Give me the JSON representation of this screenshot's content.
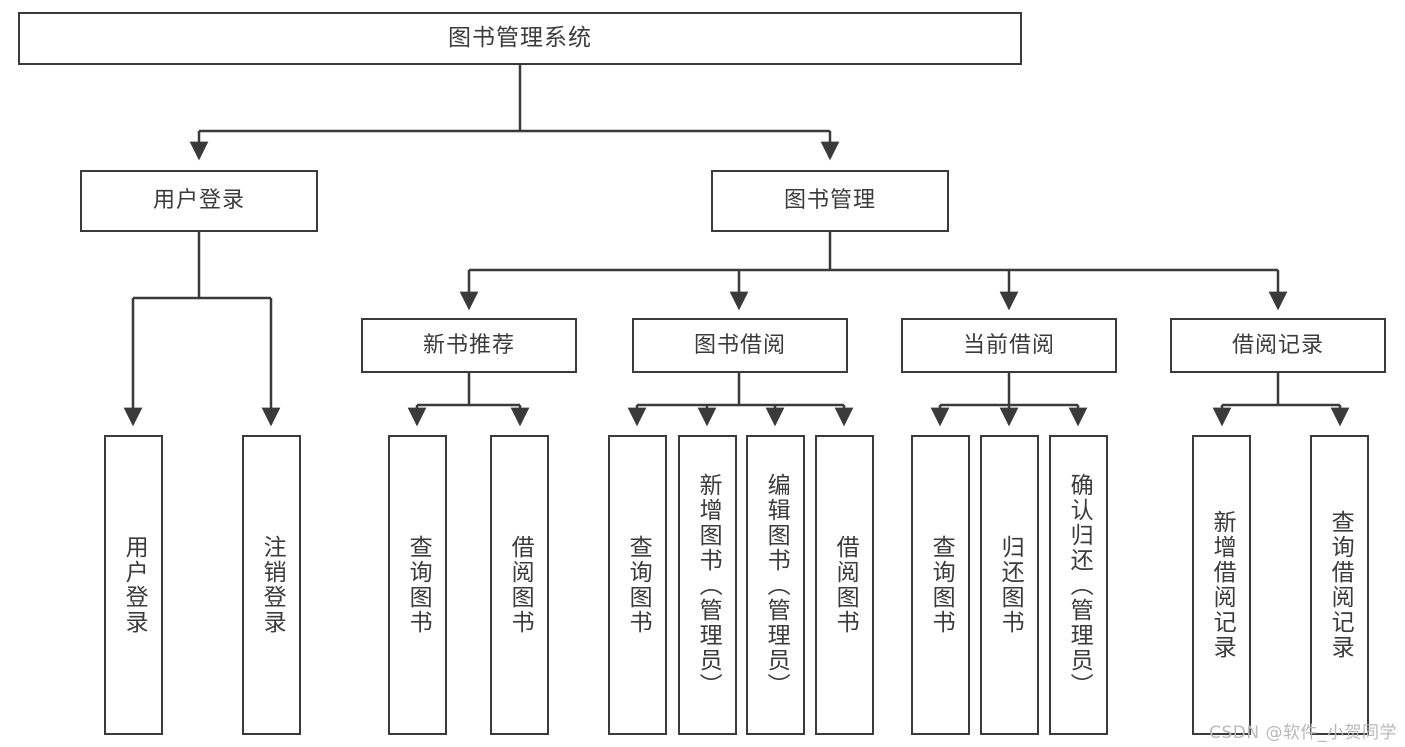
{
  "diagram": {
    "type": "tree-hierarchy-chart",
    "title": "图书管理系统",
    "colors": {
      "stroke": "#3a3a3a",
      "text": "#3b3b3b",
      "background": "#ffffff",
      "watermark": "#b9b9b9"
    },
    "nodes": {
      "root": {
        "label": "图书管理系统"
      },
      "level2": [
        {
          "id": "user-login",
          "label": "用户登录"
        },
        {
          "id": "book-manage",
          "label": "图书管理"
        }
      ],
      "level3": [
        {
          "id": "new-book-recommend",
          "label": "新书推荐"
        },
        {
          "id": "book-borrow",
          "label": "图书借阅"
        },
        {
          "id": "current-borrow",
          "label": "当前借阅"
        },
        {
          "id": "borrow-record",
          "label": "借阅记录"
        }
      ],
      "leaves": {
        "user-login": [
          {
            "id": "leaf-user-login",
            "label": "用户登录"
          },
          {
            "id": "leaf-logout-login",
            "label": "注销登录"
          }
        ],
        "new-book-recommend": [
          {
            "id": "leaf-query-book-1",
            "label": "查询图书"
          },
          {
            "id": "leaf-borrow-book-1",
            "label": "借阅图书"
          }
        ],
        "book-borrow": [
          {
            "id": "leaf-query-book-2",
            "label": "查询图书"
          },
          {
            "id": "leaf-add-book-admin",
            "label": "新增图书（管理员）"
          },
          {
            "id": "leaf-edit-book-admin",
            "label": "编辑图书（管理员）"
          },
          {
            "id": "leaf-borrow-book-2",
            "label": "借阅图书"
          }
        ],
        "current-borrow": [
          {
            "id": "leaf-query-book-3",
            "label": "查询图书"
          },
          {
            "id": "leaf-return-book",
            "label": "归还图书"
          },
          {
            "id": "leaf-confirm-return-admin",
            "label": "确认归还（管理员）"
          }
        ],
        "borrow-record": [
          {
            "id": "leaf-add-borrow-record",
            "label": "新增借阅记录"
          },
          {
            "id": "leaf-query-borrow-record",
            "label": "查询借阅记录"
          }
        ]
      }
    },
    "watermark": "CSDN @软件_小贺同学"
  }
}
